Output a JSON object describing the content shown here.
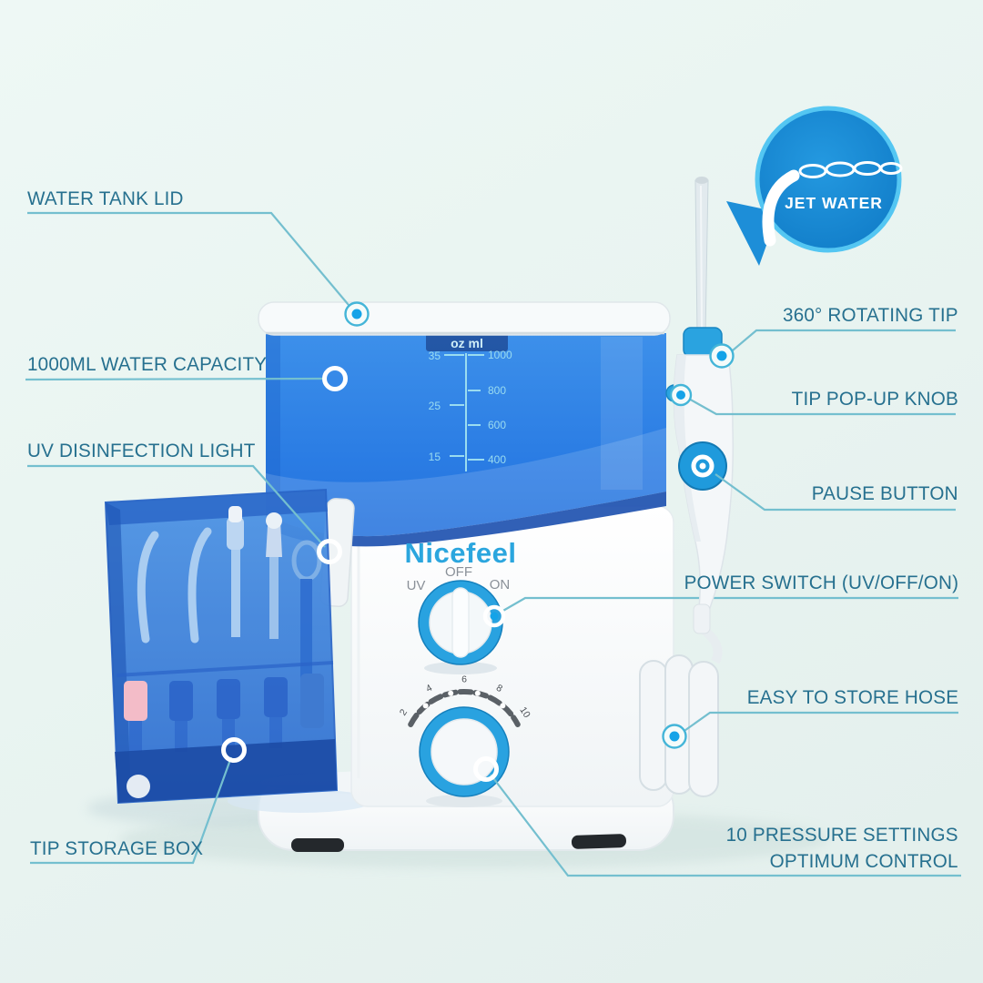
{
  "brand": {
    "name": "Nicefeel"
  },
  "bubble": {
    "label": "JET WATER"
  },
  "callouts": {
    "water_tank_lid": {
      "label": "WATER TANK LID"
    },
    "water_capacity": {
      "label": "1000ML WATER CAPACITY"
    },
    "uv_light": {
      "label": "UV DISINFECTION LIGHT"
    },
    "tip_storage": {
      "label": "TIP STORAGE BOX"
    },
    "rotating_tip": {
      "label": "360° ROTATING TIP"
    },
    "popup_knob": {
      "label": "TIP POP-UP KNOB"
    },
    "pause_button": {
      "label": "PAUSE BUTTON"
    },
    "power_switch": {
      "label": "POWER SWITCH (UV/OFF/ON)"
    },
    "store_hose": {
      "label": "EASY TO STORE HOSE"
    },
    "pressure": {
      "label_line1": "10 PRESSURE SETTINGS",
      "label_line2": "OPTIMUM CONTROL"
    }
  },
  "switch_labels": {
    "off": "OFF",
    "uv": "UV",
    "on": "ON"
  },
  "tank_scale": {
    "header": "oz ml",
    "oz": [
      "35",
      "25",
      "15"
    ],
    "ml": [
      "1000",
      "800",
      "600",
      "400"
    ]
  },
  "dial": {
    "ticks": [
      "2",
      "4",
      "6",
      "8",
      "10"
    ]
  },
  "colors": {
    "label_text": "#26708f",
    "leader_line": "#74bfcf",
    "marker_dot": "#14a3e8",
    "tank_blue": "#2b7de4",
    "brand_blue": "#2ba6de",
    "knob_blue": "#29a2e0",
    "storage_box_blue": "#2f6fd2",
    "bubble_blue": "#1d8ed8",
    "background": "#e9f4f1"
  }
}
